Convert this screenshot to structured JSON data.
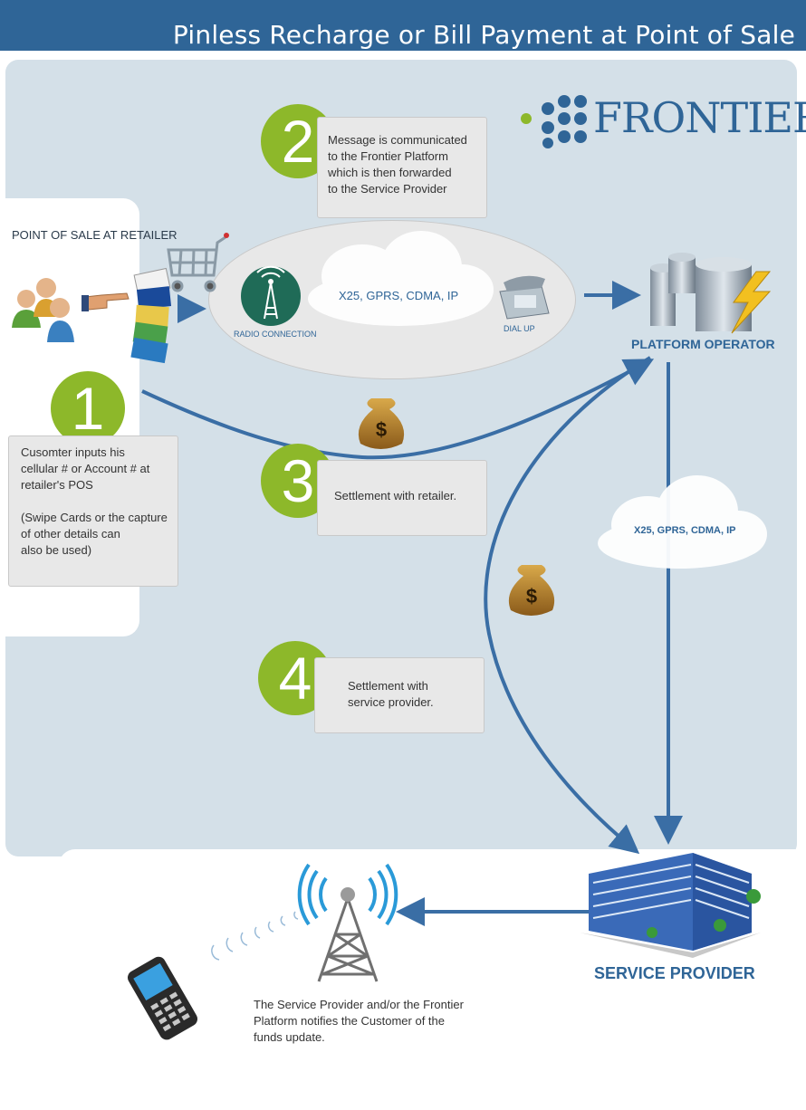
{
  "title": "Pinless Recharge or Bill Payment at Point of Sale",
  "logo": {
    "text": "FRONTIER"
  },
  "pos": {
    "label": "POINT OF SALE AT RETAILER"
  },
  "network": {
    "protocols": "X25, GPRS, CDMA, IP",
    "radio_label": "RADIO CONNECTION",
    "dialup_label": "DIAL UP"
  },
  "platform_operator": {
    "label": "PLATFORM OPERATOR"
  },
  "service_provider": {
    "label": "SERVICE PROVIDER"
  },
  "cloud2": {
    "protocols": "X25, GPRS, CDMA, IP"
  },
  "steps": [
    {
      "number": "1",
      "text_lines": [
        "Cusomter inputs his",
        "cellular # or Account # at",
        "retailer's POS",
        "",
        "(Swipe Cards or the capture",
        "of other details can",
        "also be used)"
      ]
    },
    {
      "number": "2",
      "text_lines": [
        "Message is communicated",
        "to the Frontier Platform",
        "which is then forwarded",
        "to the Service Provider"
      ]
    },
    {
      "number": "3",
      "text_lines": [
        "Settlement with retailer."
      ]
    },
    {
      "number": "4",
      "text_lines": [
        "Settlement with",
        "service provider."
      ]
    }
  ],
  "notification": {
    "text_lines": [
      "The Service Provider and/or the Frontier",
      "Platform notifies the Customer of the",
      "funds update."
    ]
  },
  "icons": [
    "people-icon",
    "pointing-hand-icon",
    "credit-cards-icon",
    "shopping-cart-icon",
    "radio-tower-icon",
    "cloud-icon",
    "telephone-icon",
    "database-server-icon",
    "money-bag-icon",
    "office-building-icon",
    "cell-tower-icon",
    "mobile-phone-icon",
    "signal-waves-icon"
  ],
  "colors": {
    "header": "#2f6597",
    "panel": "#d4e0e8",
    "accent_green": "#8db82a",
    "arrow": "#3a6ea5"
  }
}
